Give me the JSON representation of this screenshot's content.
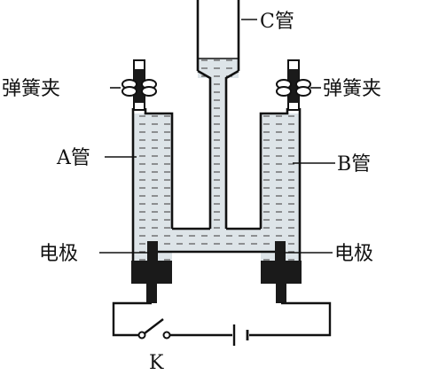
{
  "labels": {
    "tube_c": "C管",
    "clip_left": "弹簧夹",
    "clip_right": "弹簧夹",
    "tube_a": "A管",
    "tube_b": "B管",
    "electrode_left": "电极",
    "electrode_right": "电极",
    "switch_k": "K"
  },
  "colors": {
    "liquid": "#dde4e8",
    "ink": "#111111",
    "electrode": "#1a1a1a",
    "background": "#ffffff"
  }
}
